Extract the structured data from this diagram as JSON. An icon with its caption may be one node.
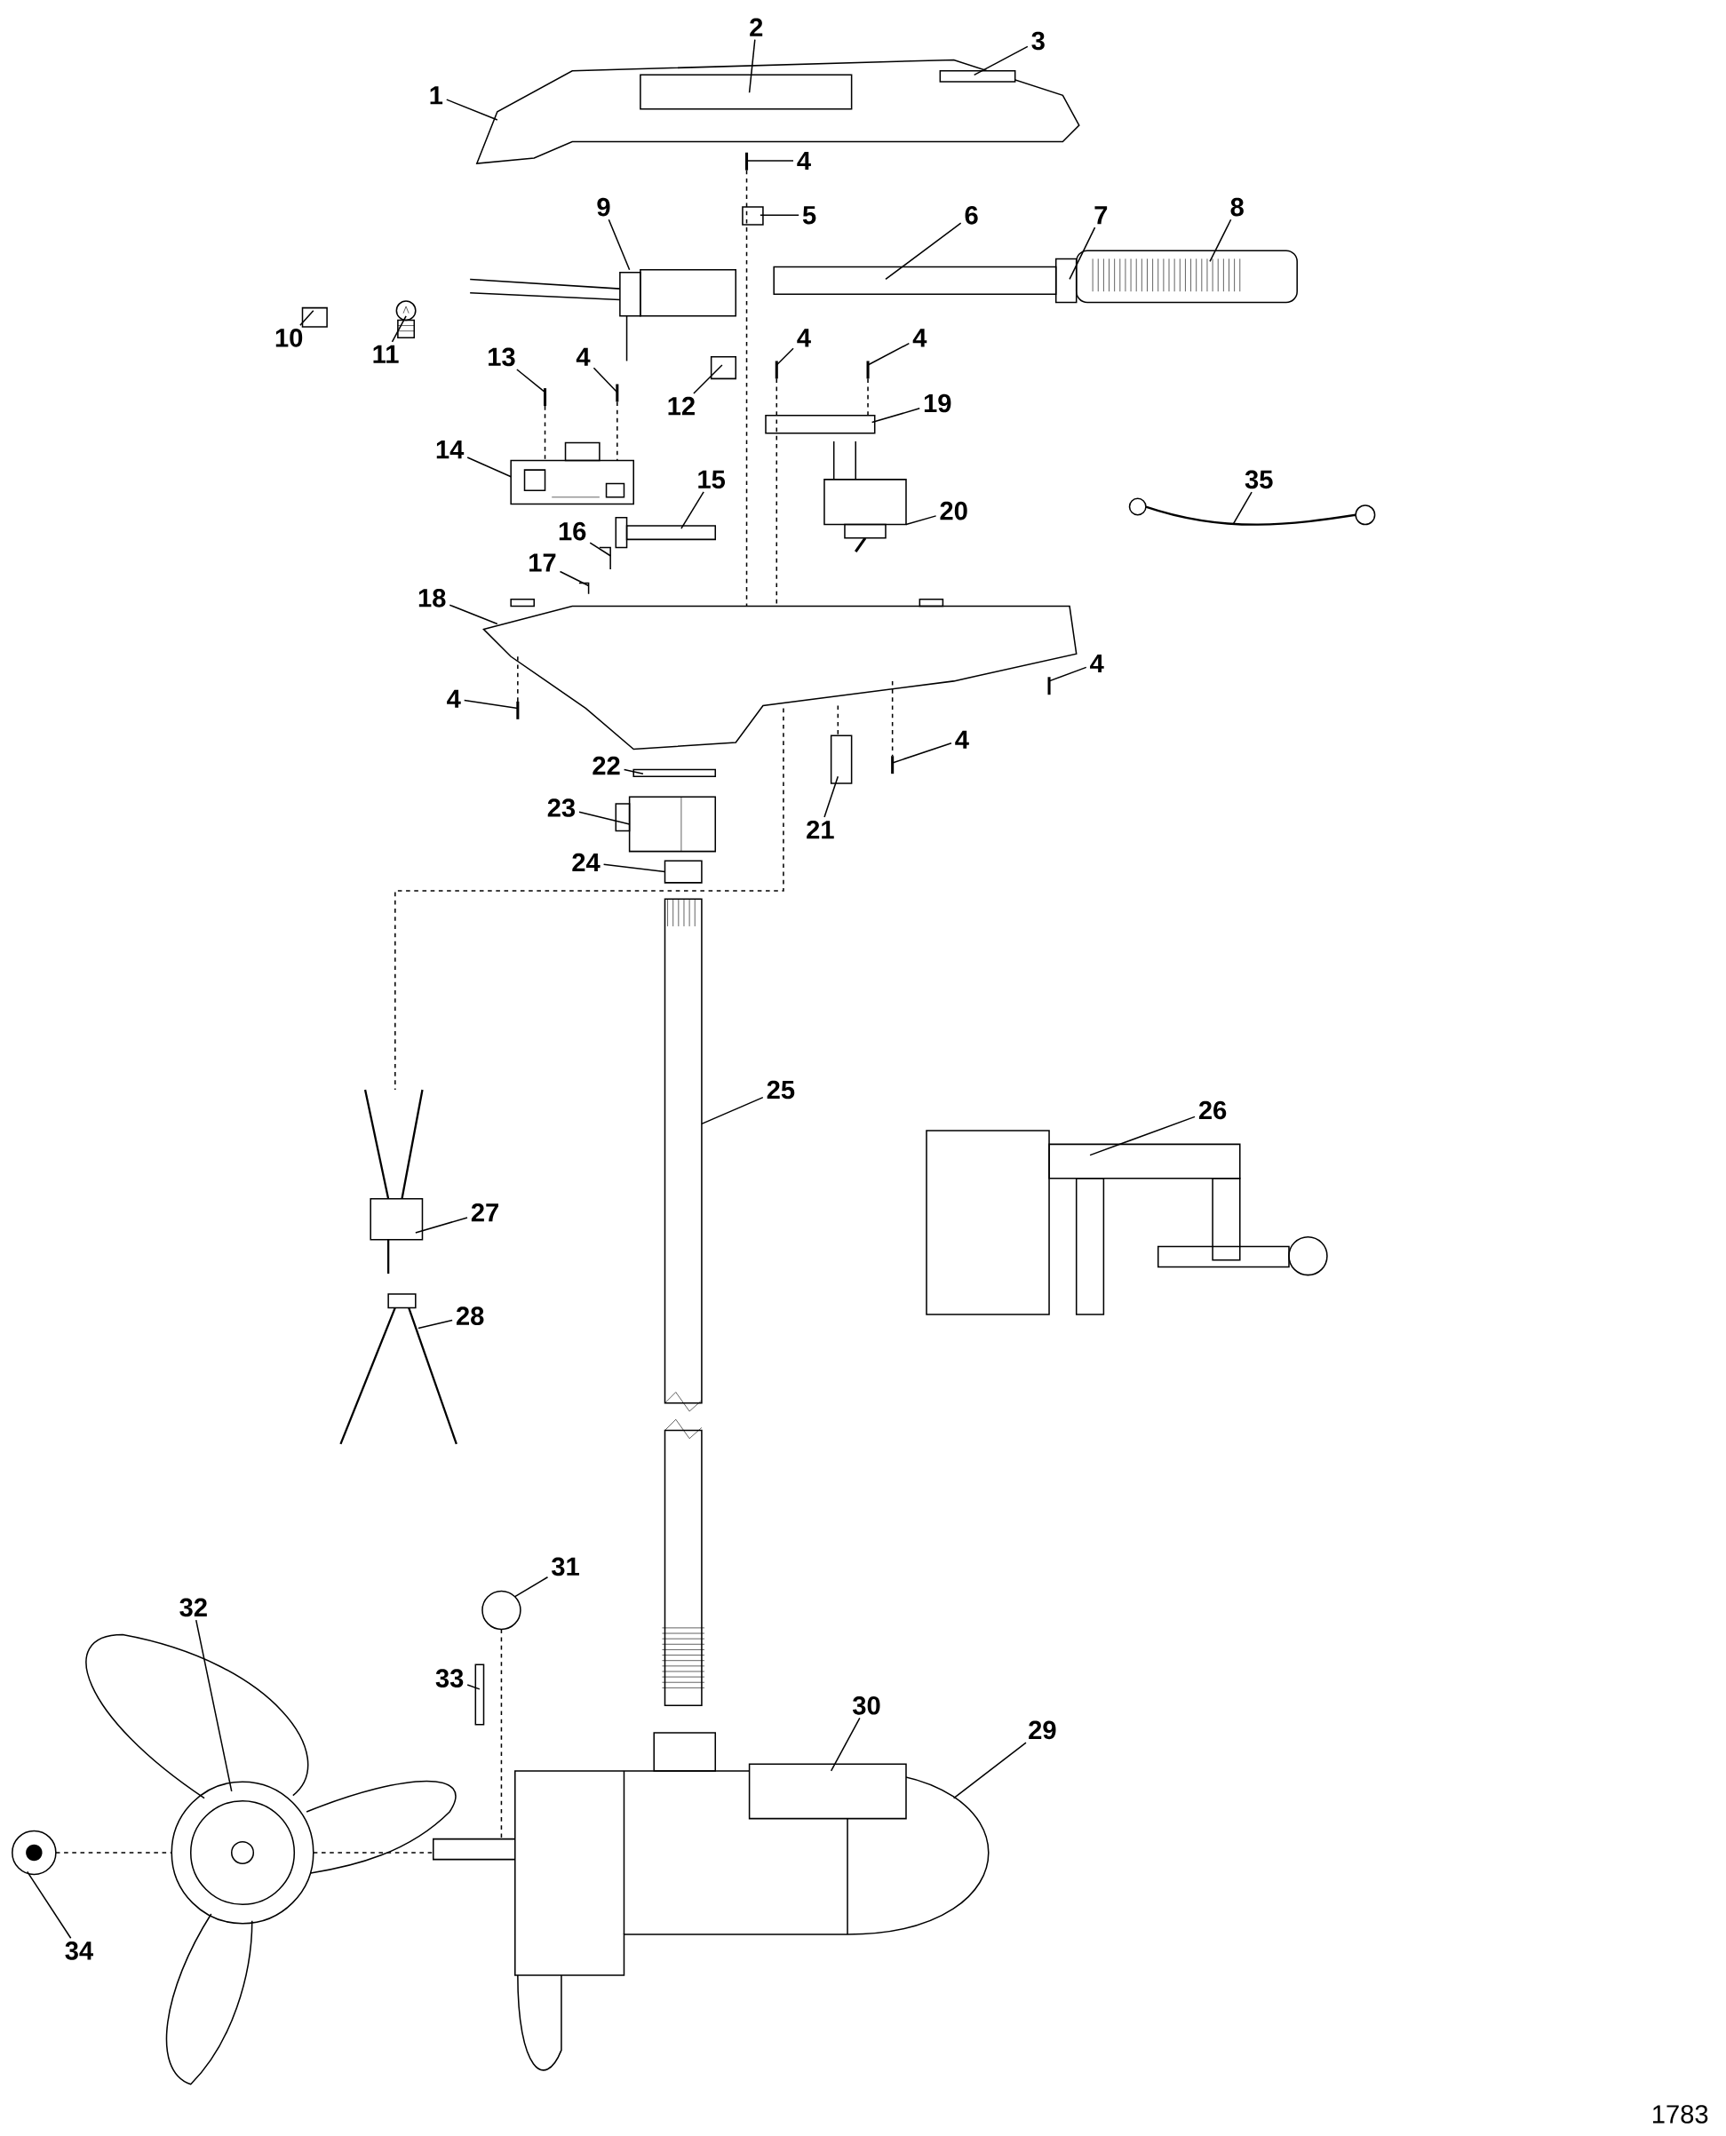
{
  "diagram": {
    "nodes": [
      {
        "text": [
          "1"
        ]
      },
      {
        "text": [
          "2"
        ]
      },
      {
        "text": [
          "3"
        ]
      },
      {
        "text": [
          "4"
        ]
      },
      {
        "text": [
          "5"
        ]
      },
      {
        "text": [
          "6"
        ]
      },
      {
        "text": [
          "7"
        ]
      },
      {
        "text": [
          "8"
        ]
      },
      {
        "text": [
          "9"
        ]
      },
      {
        "text": [
          "10"
        ]
      },
      {
        "text": [
          "11"
        ]
      },
      {
        "text": [
          "4"
        ]
      },
      {
        "text": [
          "13"
        ]
      },
      {
        "text": [
          "12"
        ]
      },
      {
        "text": [
          "4"
        ]
      },
      {
        "text": [
          "4"
        ]
      },
      {
        "text": [
          "19"
        ]
      },
      {
        "text": [
          "14"
        ]
      },
      {
        "text": [
          "35"
        ]
      },
      {
        "text": [
          "15"
        ]
      },
      {
        "text": [
          "20"
        ]
      },
      {
        "text": [
          "16"
        ]
      },
      {
        "text": [
          "17"
        ]
      },
      {
        "text": [
          "18"
        ]
      },
      {
        "text": [
          "4"
        ]
      },
      {
        "text": [
          "4"
        ]
      },
      {
        "text": [
          "4"
        ]
      },
      {
        "text": [
          "22"
        ]
      },
      {
        "text": [
          "23"
        ]
      },
      {
        "text": [
          "21"
        ]
      },
      {
        "text": [
          "24"
        ]
      },
      {
        "text": [
          "25"
        ]
      },
      {
        "text": [
          "26"
        ]
      },
      {
        "text": [
          "27"
        ]
      },
      {
        "text": [
          "28"
        ]
      },
      {
        "text": [
          "31"
        ]
      },
      {
        "text": [
          "32"
        ]
      },
      {
        "text": [
          "33"
        ]
      },
      {
        "text": [
          "30"
        ]
      },
      {
        "text": [
          "29"
        ]
      },
      {
        "text": [
          "34"
        ]
      },
      {
        "text": [],
        "shape": "picture"
      },
      {
        "text": [],
        "shape": "box",
        "in": 41
      },
      {
        "text": [],
        "shape": "bar",
        "in": 41
      },
      {
        "text": [],
        "shape": "picture"
      },
      {
        "text": [],
        "shape": "box"
      },
      {
        "text": [],
        "shape": "box"
      },
      {
        "text": [],
        "shape": "box"
      },
      {
        "text": [],
        "shape": "picture"
      },
      {
        "text": [],
        "shape": "picture"
      },
      {
        "text": [],
        "shape": "box"
      },
      {
        "text": [],
        "shape": "picture"
      },
      {
        "text": [],
        "shape": "picture"
      },
      {
        "text": [],
        "shape": "picture"
      },
      {
        "text": [],
        "shape": "box"
      },
      {
        "text": [],
        "shape": "picture"
      },
      {
        "text": [],
        "shape": "picture"
      },
      {
        "text": [],
        "shape": "box"
      },
      {
        "text": [],
        "shape": "picture"
      },
      {
        "text": [],
        "shape": "picture"
      },
      {
        "text": [],
        "shape": "picture"
      },
      {
        "text": [],
        "shape": "picture"
      },
      {
        "text": [],
        "shape": "picture"
      },
      {
        "text": [],
        "shape": "picture"
      },
      {
        "text": [],
        "shape": "picture"
      },
      {
        "text": [],
        "shape": "picture"
      },
      {
        "text": [],
        "shape": "picture"
      },
      {
        "text": [],
        "shape": "picture"
      },
      {
        "text": [],
        "shape": "box"
      },
      {
        "text": [],
        "shape": "picture"
      },
      {
        "text": [],
        "shape": "box"
      },
      {
        "text": [],
        "shape": "box"
      },
      {
        "text": [],
        "shape": "picture"
      },
      {
        "text": [],
        "shape": "picture"
      },
      {
        "text": [],
        "shape": "picture"
      },
      {
        "text": [],
        "shape": "picture"
      },
      {
        "text": [],
        "shape": "circle"
      },
      {
        "text": [],
        "shape": "picture"
      },
      {
        "text": [],
        "shape": "box"
      },
      {
        "text": [],
        "shape": "picture"
      },
      {
        "text": [],
        "shape": "box",
        "in": 79
      },
      {
        "text": [],
        "shape": "picture"
      }
    ],
    "edges": [
      {
        "from": 0,
        "to": 41,
        "arrow": "none"
      },
      {
        "from": 1,
        "to": 42,
        "arrow": "none"
      },
      {
        "from": 2,
        "to": 43,
        "arrow": "none"
      },
      {
        "from": 3,
        "to": 44,
        "arrow": "none"
      },
      {
        "from": 4,
        "to": 45,
        "arrow": "none"
      },
      {
        "from": 5,
        "to": 46,
        "arrow": "none"
      },
      {
        "from": 6,
        "to": 47,
        "arrow": "none"
      },
      {
        "from": 7,
        "to": 48,
        "arrow": "none"
      },
      {
        "from": 8,
        "to": 49,
        "arrow": "none"
      },
      {
        "from": 9,
        "to": 50,
        "arrow": "none"
      },
      {
        "from": 10,
        "to": 51,
        "arrow": "none"
      },
      {
        "from": 11,
        "to": 52,
        "arrow": "none"
      },
      {
        "from": 12,
        "to": 53,
        "arrow": "none"
      },
      {
        "from": 13,
        "to": 54,
        "arrow": "none"
      },
      {
        "from": 14,
        "to": 55,
        "arrow": "none"
      },
      {
        "from": 15,
        "to": 56,
        "arrow": "none"
      },
      {
        "from": 16,
        "to": 57,
        "arrow": "none"
      },
      {
        "from": 17,
        "to": 58,
        "arrow": "none"
      },
      {
        "from": 18,
        "to": 59,
        "arrow": "none"
      },
      {
        "from": 19,
        "to": 60,
        "arrow": "none"
      },
      {
        "from": 20,
        "to": 61,
        "arrow": "none"
      },
      {
        "from": 21,
        "to": 62,
        "arrow": "none"
      },
      {
        "from": 22,
        "to": 63,
        "arrow": "none"
      },
      {
        "from": 23,
        "to": 64,
        "arrow": "none"
      },
      {
        "from": 24,
        "to": 65,
        "arrow": "none"
      },
      {
        "from": 25,
        "to": 66,
        "arrow": "none"
      },
      {
        "from": 26,
        "to": 67,
        "arrow": "none"
      },
      {
        "from": 27,
        "to": 68,
        "arrow": "none"
      },
      {
        "from": 28,
        "to": 69,
        "arrow": "none"
      },
      {
        "from": 29,
        "to": 70,
        "arrow": "none"
      },
      {
        "from": 30,
        "to": 71,
        "arrow": "none"
      },
      {
        "from": 31,
        "to": 72,
        "arrow": "none"
      },
      {
        "from": 32,
        "to": 73,
        "arrow": "none"
      },
      {
        "from": 33,
        "to": 74,
        "arrow": "none"
      },
      {
        "from": 34,
        "to": 75,
        "arrow": "none"
      },
      {
        "from": 35,
        "to": 76,
        "arrow": "none"
      },
      {
        "from": 36,
        "to": 77,
        "arrow": "none"
      },
      {
        "from": 37,
        "to": 78,
        "arrow": "none"
      },
      {
        "from": 38,
        "to": 80,
        "arrow": "none"
      },
      {
        "from": 39,
        "to": 79,
        "arrow": "none"
      },
      {
        "from": 40,
        "to": 81,
        "arrow": "none"
      },
      {
        "from": 44,
        "to": 64,
        "arrow": "none",
        "style": "dashed"
      },
      {
        "from": 55,
        "to": 64,
        "arrow": "none",
        "style": "dashed"
      },
      {
        "from": 64,
        "to": 74,
        "arrow": "none",
        "style": "dashed"
      },
      {
        "from": 52,
        "to": 58,
        "arrow": "none",
        "style": "dashed"
      },
      {
        "from": 53,
        "to": 58,
        "arrow": "none",
        "style": "dashed"
      },
      {
        "from": 64,
        "to": 66,
        "arrow": "none",
        "style": "dashed"
      },
      {
        "from": 64,
        "to": 67,
        "arrow": "none",
        "style": "dashed"
      },
      {
        "from": 56,
        "to": 57,
        "arrow": "none",
        "style": "dashed"
      },
      {
        "from": 64,
        "to": 70,
        "arrow": "none",
        "style": "dashed"
      },
      {
        "from": 81,
        "to": 77,
        "arrow": "none",
        "style": "dashed"
      },
      {
        "from": 77,
        "to": 79,
        "arrow": "none",
        "style": "dashed"
      },
      {
        "from": 76,
        "to": 79,
        "arrow": "none",
        "style": "dashed"
      }
    ],
    "labels": [
      "1783"
    ]
  }
}
